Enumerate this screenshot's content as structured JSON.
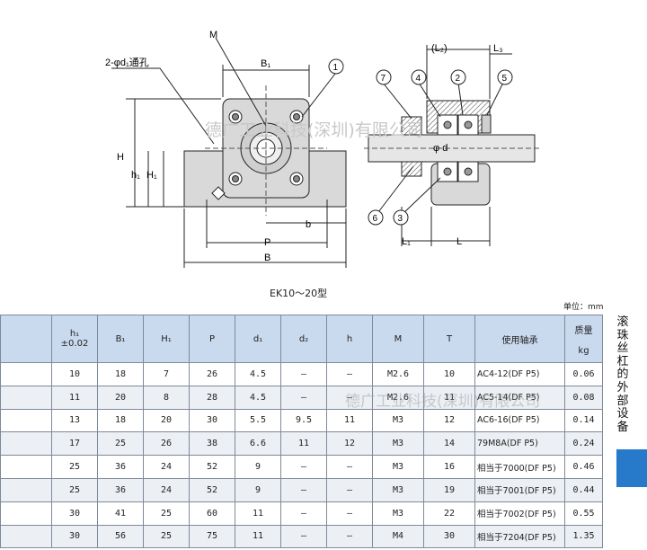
{
  "drawing": {
    "front_labels": {
      "M": "M",
      "hole": "2-φd₁通孔",
      "B1": "B₁",
      "H": "H",
      "h1": "h₁",
      "H1": "H₁",
      "b": "b",
      "P": "P",
      "B": "B",
      "callout1": "1"
    },
    "side_labels": {
      "L2": "(L₂)",
      "L3": "L₃",
      "phi_d": "φ d",
      "L1": "L₁",
      "L": "L",
      "c7": "7",
      "c4": "4",
      "c2": "2",
      "c5": "5",
      "c6": "6",
      "c3": "3"
    },
    "caption": "EK10～20型"
  },
  "unit_label": "单位：mm",
  "sidebar_title": "滚珠丝杠的外部设备",
  "watermark": {
    "top": "德广工业科技(深圳)有限公司",
    "table": "德广工业科技(深圳)有限公司"
  },
  "table": {
    "headers": {
      "c1_line1": "h₁",
      "c1_line2": "±0.02",
      "c2": "B₁",
      "c3": "H₁",
      "c4": "P",
      "c5": "d₁",
      "c6": "d₂",
      "c7": "h",
      "c8": "M",
      "c9": "T",
      "c10": "使用轴承",
      "c11_line1": "质量",
      "c11_line2": "kg"
    },
    "rows": [
      [
        "",
        "10",
        "18",
        "7",
        "26",
        "4.5",
        "—",
        "—",
        "M2.6",
        "10",
        "AC4-12(DF P5)",
        "0.06"
      ],
      [
        "",
        "11",
        "20",
        "8",
        "28",
        "4.5",
        "—",
        "—",
        "M2.6",
        "11",
        "AC5-14(DF P5)",
        "0.08"
      ],
      [
        "",
        "13",
        "18",
        "20",
        "30",
        "5.5",
        "9.5",
        "11",
        "M3",
        "12",
        "AC6-16(DF P5)",
        "0.14"
      ],
      [
        "",
        "17",
        "25",
        "26",
        "38",
        "6.6",
        "11",
        "12",
        "M3",
        "14",
        "79M8A(DF P5)",
        "0.24"
      ],
      [
        "",
        "25",
        "36",
        "24",
        "52",
        "9",
        "—",
        "—",
        "M3",
        "16",
        "相当于7000(DF P5)",
        "0.46"
      ],
      [
        "",
        "25",
        "36",
        "24",
        "52",
        "9",
        "—",
        "—",
        "M3",
        "19",
        "相当于7001(DF P5)",
        "0.44"
      ],
      [
        "",
        "30",
        "41",
        "25",
        "60",
        "11",
        "—",
        "—",
        "M3",
        "22",
        "相当于7002(DF P5)",
        "0.55"
      ],
      [
        "",
        "30",
        "56",
        "25",
        "75",
        "11",
        "—",
        "—",
        "M4",
        "30",
        "相当于7204(DF P5)",
        "1.35"
      ]
    ]
  },
  "colors": {
    "header_bg": "#c9d9ee",
    "accent_block": "#2779c9",
    "part_fill": "#d9d9d9"
  }
}
